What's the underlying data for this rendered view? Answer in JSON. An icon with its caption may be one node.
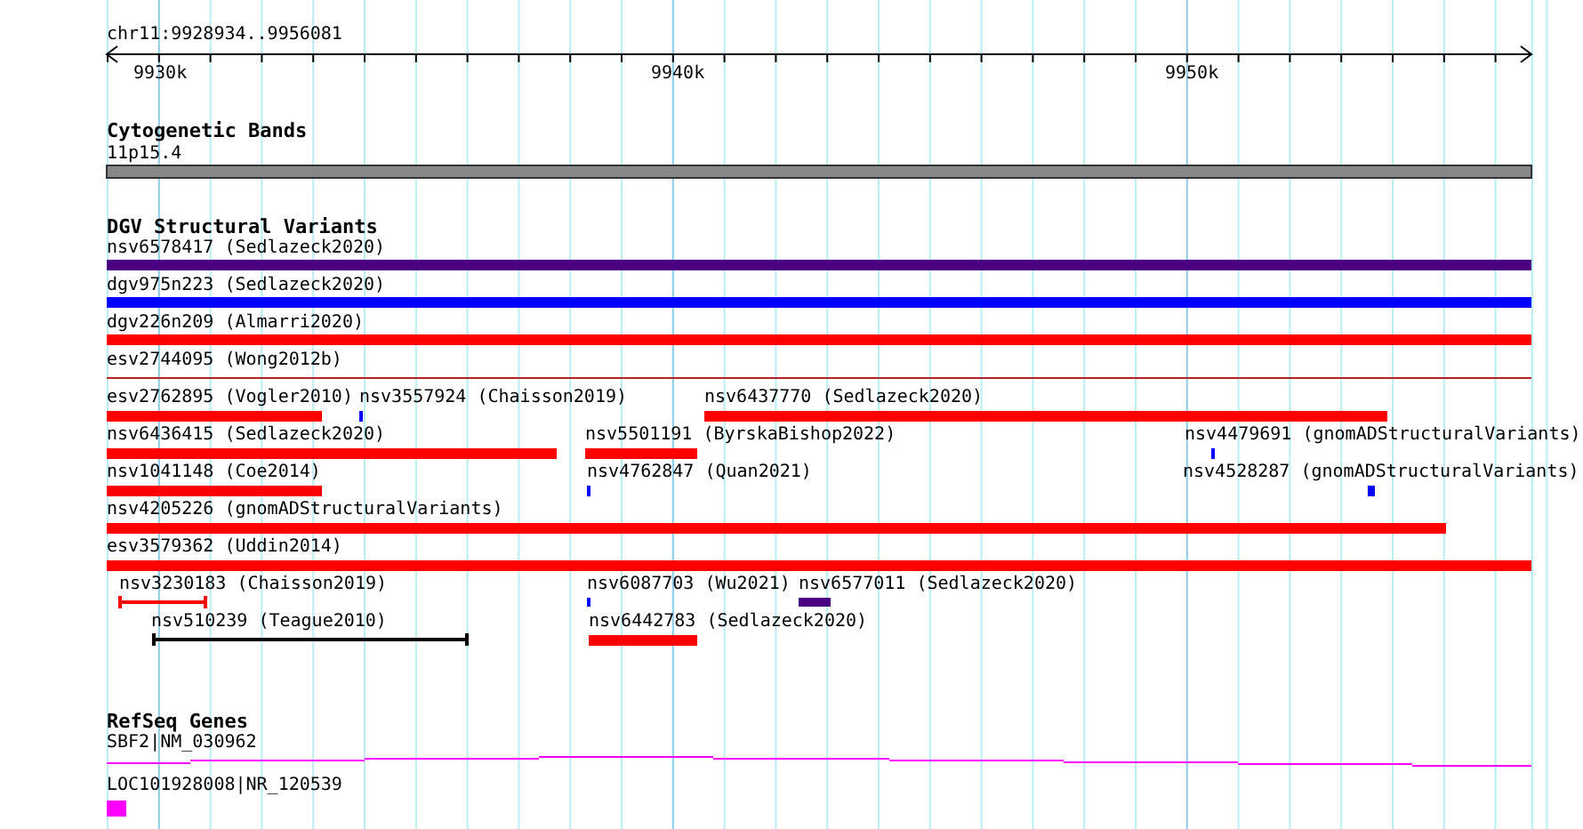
{
  "diagram": {
    "labels": [
      "chr11:9928934..9956081",
      "9930k",
      "9940k",
      "9950k",
      "Cytogenetic Bands",
      "11p15.4",
      "DGV Structural Variants",
      "nsv6578417 (Sedlazeck2020)",
      "dgv975n223 (Sedlazeck2020)",
      "dgv226n209 (Almarri2020)",
      "esv2744095 (Wong2012b)",
      "esv2762895 (Vogler2010)",
      "nsv3557924 (Chaisson2019)",
      "nsv6437770 (Sedlazeck2020)",
      "nsv6436415 (Sedlazeck2020)",
      "nsv5501191 (ByrskaBishop2022)",
      "nsv4479691 (gnomADStructuralVariants)",
      "nsv1041148 (Coe2014)",
      "nsv4762847 (Quan2021)",
      "nsv4528287 (gnomADStructuralVariants)",
      "nsv4205226 (gnomADStructuralVariants)",
      "esv3579362 (Uddin2014)",
      "nsv3230183 (Chaisson2019)",
      "nsv6087703 (Wu2021)",
      "nsv6577011 (Sedlazeck2020)",
      "nsv510239 (Teague2010)",
      "nsv6442783 (Sedlazeck2020)",
      "RefSeq Genes",
      "SBF2|NM_030962",
      "LOC101928008|NR_120539"
    ]
  }
}
